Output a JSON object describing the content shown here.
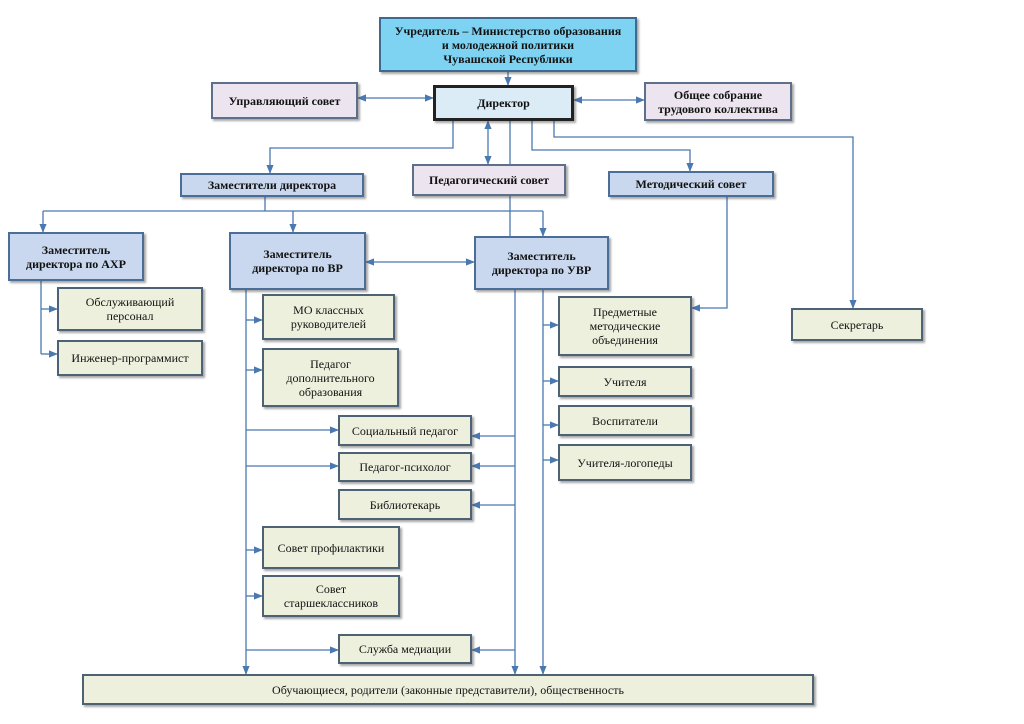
{
  "nodes": {
    "founder": "Учредитель – Министерство образования\nи молодежной политики\nЧувашской Республики",
    "director": "Директор",
    "managing_council": "Управляющий совет",
    "general_meeting": "Общее собрание\nтрудового коллектива",
    "deputies": "Заместители директора",
    "pedagogical_council": "Педагогический совет",
    "methodical_council": "Методический совет",
    "deputy_ahr": "Заместитель\nдиректора по АХР",
    "deputy_vr": "Заместитель\nдиректора по ВР",
    "deputy_uvr": "Заместитель\nдиректора по УВР",
    "service_staff": "Обслуживающий\nперсонал",
    "engineer_programmer": "Инженер-программист",
    "mo_class_teachers": "МО классных\nруководителей",
    "additional_ed_teacher": "Педагог\nдополнительного\nобразования",
    "social_pedagogue": "Социальный педагог",
    "psychologist": "Педагог-психолог",
    "librarian": "Библиотекарь",
    "prevention_council": "Совет профилактики",
    "senior_students_council": "Совет\nстаршеклассников",
    "mediation_service": "Служба медиации",
    "subject_associations": "Предметные\nметодические\nобъединения",
    "teachers": "Учителя",
    "educators": "Воспитатели",
    "speech_therapists": "Учителя-логопеды",
    "secretary": "Секретарь",
    "community": "Обучающиеся, родители (законные представители), общественность"
  },
  "colors": {
    "connector": "#4a78b0",
    "founder_fill": "#7fd3f2",
    "council_fill": "#ece4ee",
    "deputy_fill": "#c9d8ee",
    "director_fill": "#dbecf6",
    "unit_fill": "#eef0de"
  }
}
